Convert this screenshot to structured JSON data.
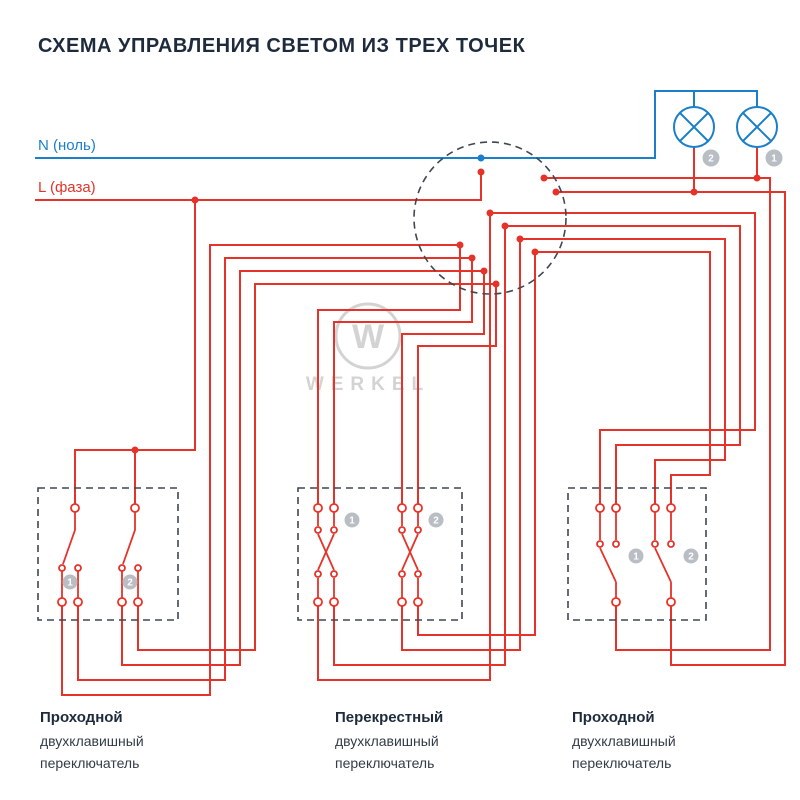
{
  "title": "СХЕМА УПРАВЛЕНИЯ СВЕТОМ ИЗ ТРЕХ ТОЧЕК",
  "legend": {
    "neutral": "N (ноль)",
    "phase": "L (фаза)"
  },
  "lamps": {
    "left_badge": "2",
    "right_badge": "1"
  },
  "watermark": {
    "letter": "W",
    "brand": "WERKEL"
  },
  "switches": {
    "left": {
      "badge1": "1",
      "badge2": "2",
      "caption": [
        "Проходной",
        "двухклавишный",
        "переключатель"
      ]
    },
    "middle": {
      "badge1": "1",
      "badge2": "2",
      "caption": [
        "Перекрестный",
        "двухклавишный",
        "переключатель"
      ]
    },
    "right": {
      "badge1": "1",
      "badge2": "2",
      "caption": [
        "Проходной",
        "двухклавишный",
        "переключатель"
      ]
    }
  },
  "colors": {
    "wire-red": "#e63329",
    "wire-blue": "#1b7fc9",
    "ink": "#1d2b3c",
    "badge": "#b9bec4",
    "wm": "#d3d3d3",
    "dash": "#3f4750"
  }
}
